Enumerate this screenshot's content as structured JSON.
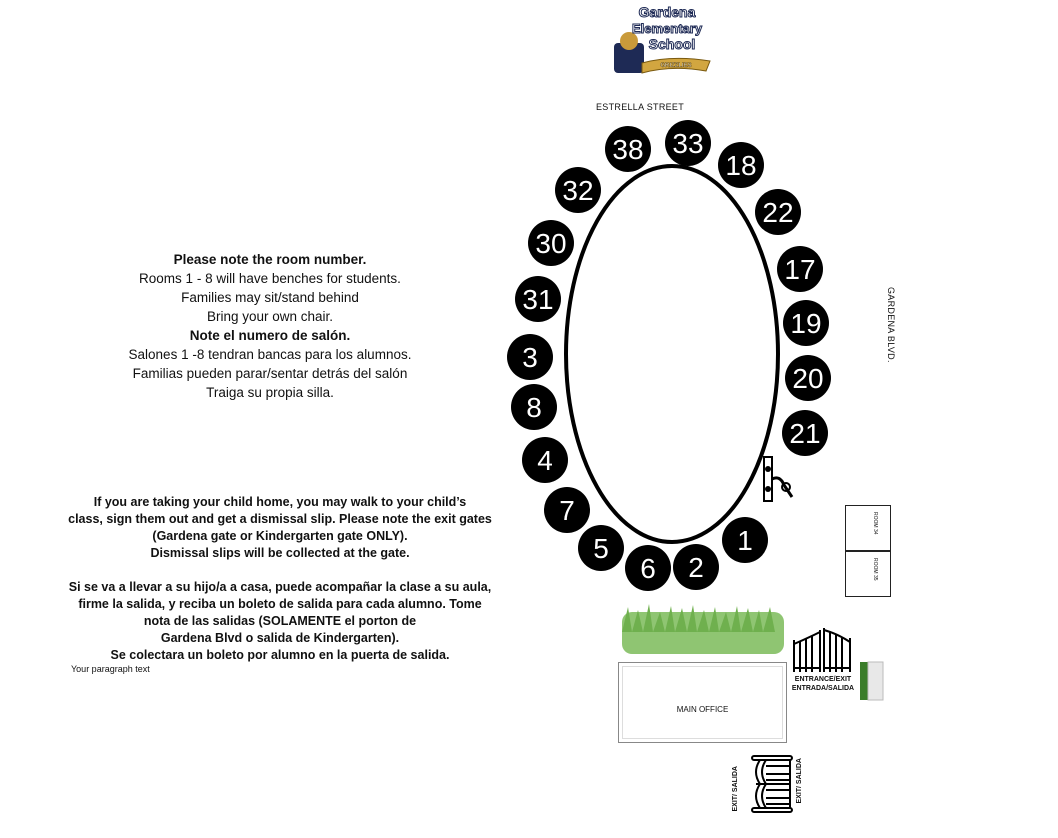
{
  "logo": {
    "line1": "Gardena",
    "line2": "Elementary",
    "line3": "School",
    "banner": "GRIZZLIES"
  },
  "streets": {
    "north": "ESTRELLA  STREET",
    "east": "GARDENA BLVD."
  },
  "notes": {
    "heading_en": "Please note the room  number.",
    "lines_en": [
      "Rooms 1 - 8 will have benches for students.",
      "Families may sit/stand behind",
      "Bring your own chair."
    ],
    "heading_es": "Note el numero de salón.",
    "lines_es": [
      "Salones 1 -8 tendran bancas para los alumnos.",
      "Familias pueden parar/sentar detrás del salón",
      "Traiga su propia silla."
    ]
  },
  "dismissal": {
    "en": [
      "If you are taking your child home, you may walk to your child’s",
      "class, sign them out and get a dismissal slip. Please note the exit gates",
      "(Gardena gate or Kindergarten gate ONLY).",
      "Dismissal slips will be collected at the gate."
    ],
    "es": [
      "Si se va a llevar a su hijo/a a casa, puede acompañar la clase a su aula,",
      "firme la salida, y reciba un boleto de salida para cada alumno. Tome",
      "nota de las salidas (SOLAMENTE el porton de",
      "Gardena Blvd o salida de Kindergarten).",
      "Se colectara un boleto por alumno en la puerta de salida."
    ]
  },
  "paragraph_placeholder": "Your paragraph text",
  "rooms": [
    "38",
    "33",
    "18",
    "22",
    "17",
    "19",
    "20",
    "21",
    "1",
    "2",
    "6",
    "5",
    "7",
    "4",
    "8",
    "3",
    "31",
    "30",
    "32"
  ],
  "buildings": {
    "room34": "ROOM 34",
    "room35": "ROOM 35",
    "main_office": "MAIN OFFICE"
  },
  "gates": {
    "entrance_en": "ENTRANCE/EXIT",
    "entrance_es": "ENTRADA/SALIDA",
    "exit": "EXIT/ SALIDA"
  }
}
